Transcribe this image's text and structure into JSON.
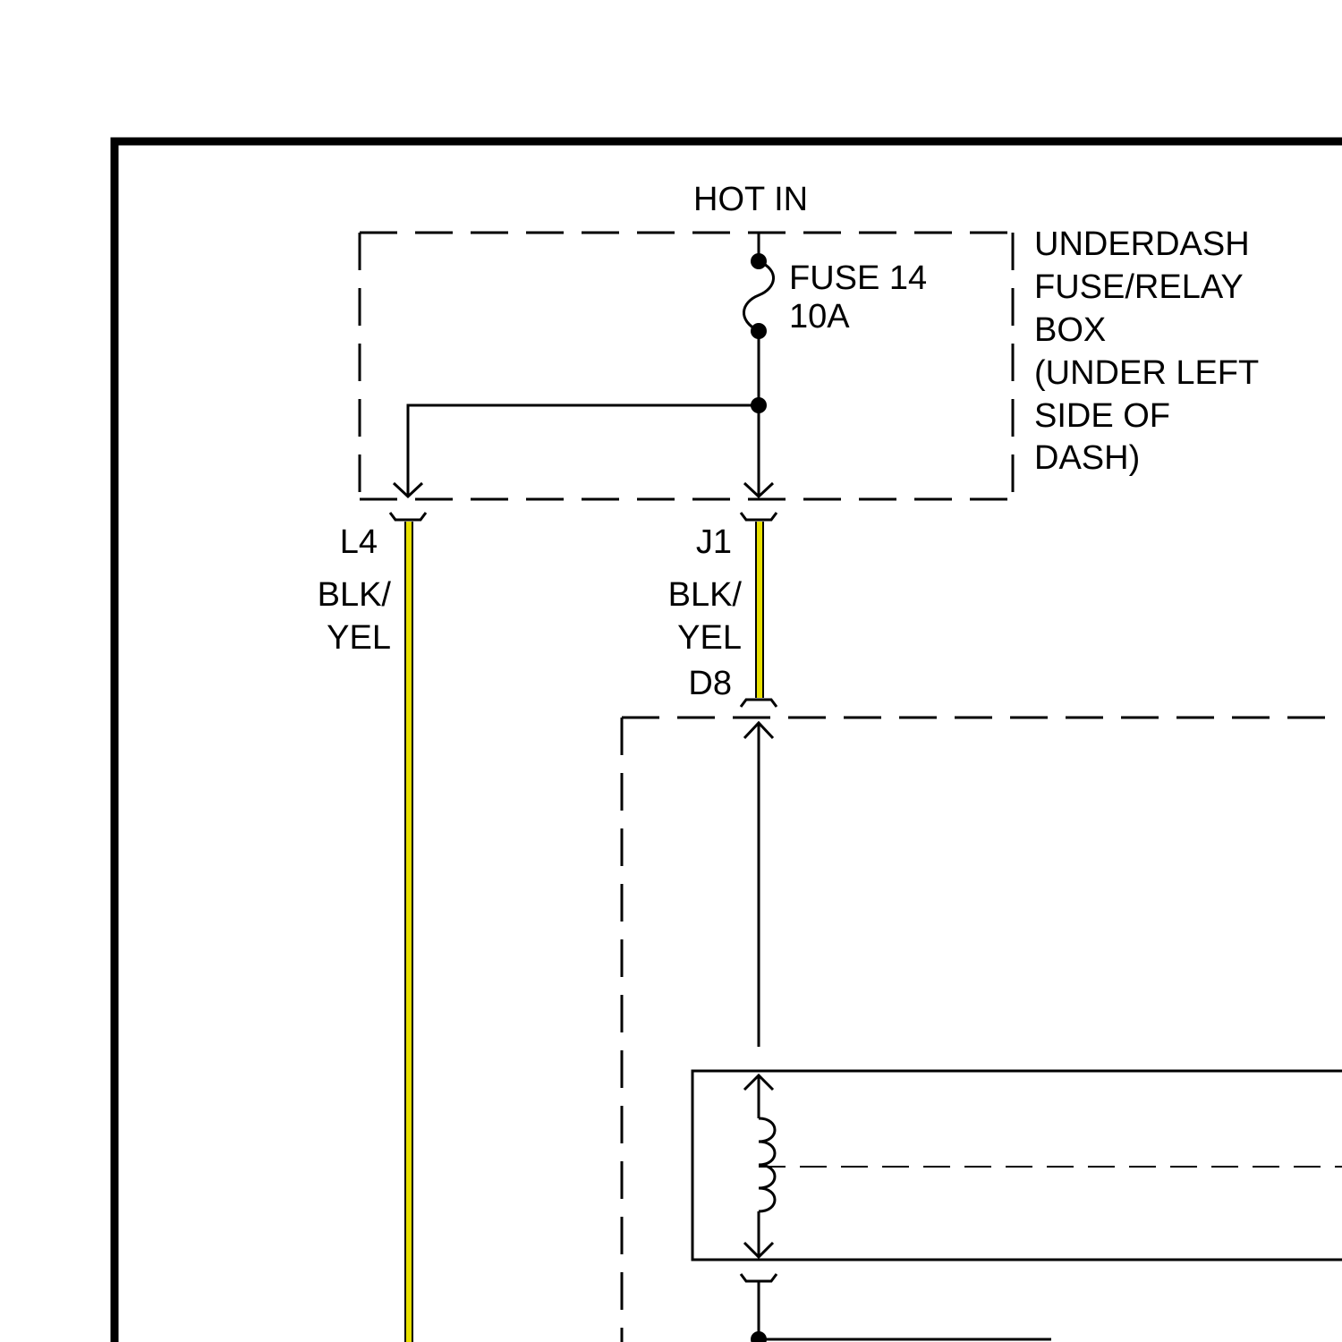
{
  "labels": {
    "hot_in": "HOT IN",
    "fuse_name": "FUSE 14",
    "fuse_rating": "10A",
    "fuse_box_line1": "UNDERDASH",
    "fuse_box_line2": "FUSE/RELAY",
    "fuse_box_line3": "BOX",
    "fuse_box_line4": "(UNDER LEFT",
    "fuse_box_line5": "SIDE OF",
    "fuse_box_line6": "DASH)"
  },
  "connectors": {
    "left_terminal": "L4",
    "right_terminal": "J1",
    "lower_terminal": "D8"
  },
  "wires": {
    "left_color_line1": "BLK/",
    "left_color_line2": "YEL",
    "right_color_line1": "BLK/",
    "right_color_line2": "YEL"
  },
  "colors": {
    "wire_yellow": "#e8e000",
    "line": "#000000",
    "background": "#ffffff"
  }
}
